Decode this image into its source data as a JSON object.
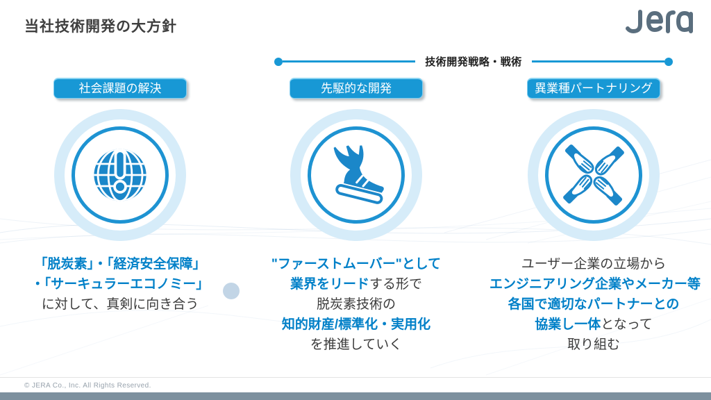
{
  "slide": {
    "title": "当社技術開発の大方針",
    "logo": "JERA",
    "bracket_label": "技術開発戦略・戦術",
    "footer": "© JERA Co., Inc. All Rights Reserved."
  },
  "colors": {
    "badge_blue": "#1898D5",
    "icon_blue": "#1B87C9",
    "ring_blue": "#1E93D2",
    "ring_pale": "#D6ECF9",
    "text_blue": "#0080C8",
    "text_dark": "#3C3C3C",
    "bottom_bar": "#7D909E",
    "logo_gray": "#5A6E7E"
  },
  "icons": {
    "column1": "globe-alert-icon",
    "column2": "winged-shoe-icon",
    "column3": "partnership-hands-icon"
  },
  "columns": [
    {
      "badge": "社会課題の解決",
      "lines": [
        {
          "seg0": "「脱炭素」・「経済安全保障」"
        },
        {
          "seg0": "・「サーキュラーエコノミー」"
        },
        {
          "seg0": "に対して、真剣に向き合う"
        }
      ]
    },
    {
      "badge": "先駆的な開発",
      "lines": [
        {
          "seg0": "\"ファーストムーバー\"として"
        },
        {
          "seg0": "業界をリード",
          "seg1": "する形で"
        },
        {
          "seg0": "脱炭素技術の"
        },
        {
          "seg0": "知的財産/標準化・実用化"
        },
        {
          "seg0": "を推進していく"
        }
      ]
    },
    {
      "badge": "異業種パートナリング",
      "lines": [
        {
          "seg0": "ユーザー企業の立場から"
        },
        {
          "seg0": "エンジニアリング企業やメーカー等"
        },
        {
          "seg0": "各国で適切なパートナーとの"
        },
        {
          "seg0": "協業し一体",
          "seg1": "となって"
        },
        {
          "seg0": "取り組む"
        }
      ]
    }
  ]
}
